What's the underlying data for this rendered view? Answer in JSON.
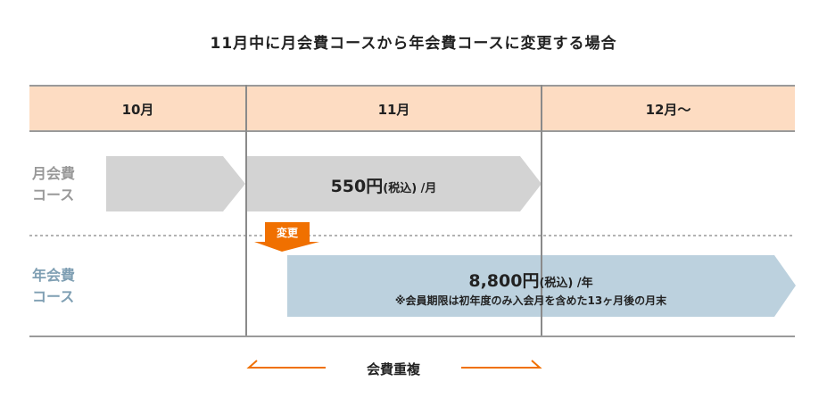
{
  "title": "11月中に月会費コースから年会費コースに変更する場合",
  "months": [
    "10月",
    "11月",
    "12月〜"
  ],
  "monthly": {
    "label_line1": "月会費",
    "label_line2": "コース",
    "price": "550円",
    "tax": "(税込)",
    "unit": " /月"
  },
  "change_badge": "変更",
  "annual": {
    "label_line1": "年会費",
    "label_line2": "コース",
    "price": "8,800円",
    "tax": "(税込)",
    "unit": " /年",
    "note": "※会員期限は初年度のみ入会月を含めた13ヶ月後の月末"
  },
  "overlap": "会費重複",
  "colors": {
    "header": "#fddcc2",
    "monthly_bar": "#d3d3d3",
    "annual_bar": "#bcd1de",
    "accent": "#f07000",
    "monthly_label": "#999999",
    "annual_label": "#7f9fb3"
  }
}
